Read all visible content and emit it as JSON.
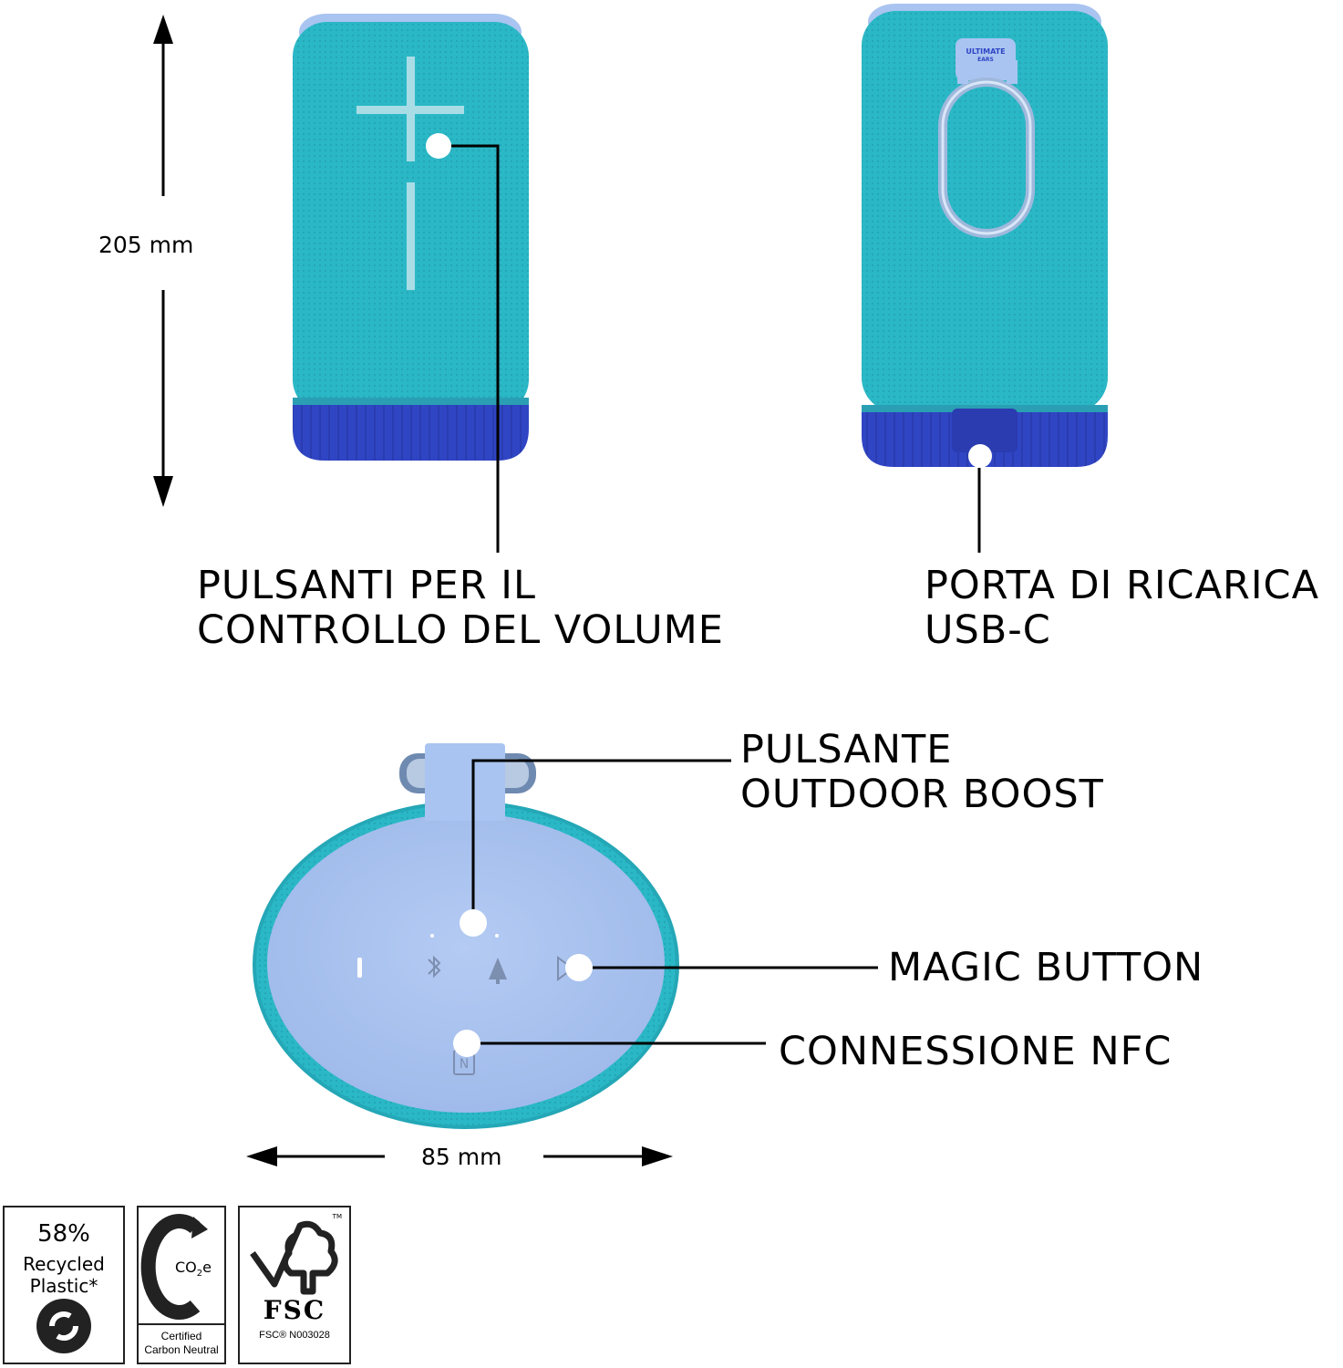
{
  "dimensions": {
    "height_label": "205 mm",
    "width_label": "85 mm"
  },
  "callouts": {
    "volume_line1": "PULSANTI PER IL",
    "volume_line2": "CONTROLLO DEL VOLUME",
    "usb_line1": "PORTA DI RICARICA",
    "usb_line2": "USB-C",
    "boost_line1": "PULSANTE",
    "boost_line2": "OUTDOOR BOOST",
    "magic": "MAGIC BUTTON",
    "nfc": "CONNESSIONE NFC"
  },
  "speaker": {
    "brand_line1": "ULTIMATE",
    "brand_line2": "EARS",
    "colors": {
      "fabric": "#2bb8c6",
      "base": "#2f45c4",
      "cap": "#a9c4f0"
    }
  },
  "badges": {
    "recycled_percent": "58%",
    "recycled_line1": "Recycled",
    "recycled_line2": "Plastic*",
    "co2_label": "CO",
    "co2_sub": "2",
    "co2_suffix": "e",
    "carbon_line1": "Certified",
    "carbon_line2": "Carbon Neutral",
    "fsc_name": "FSC",
    "fsc_code": "FSC® N003028",
    "tm": "TM"
  }
}
